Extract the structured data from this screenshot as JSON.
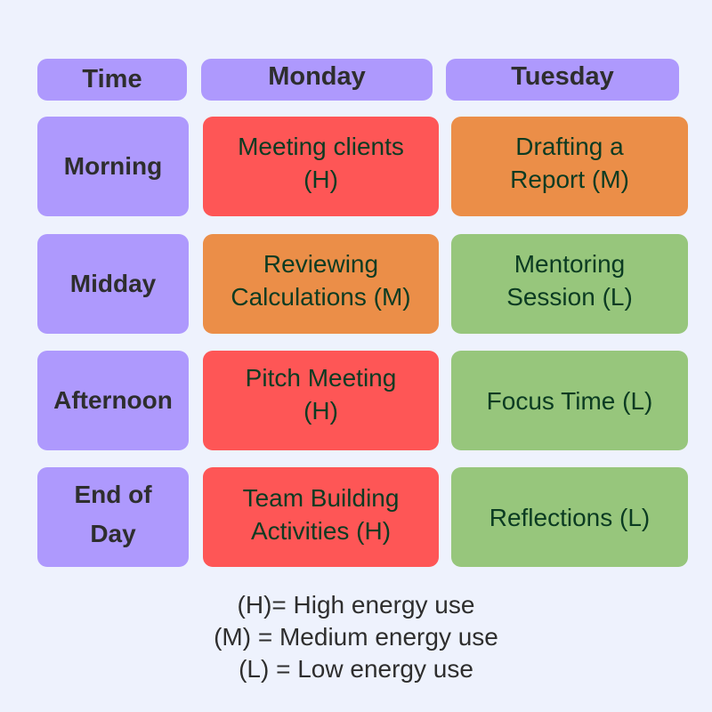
{
  "headers": {
    "time": "Time",
    "monday": "Monday",
    "tuesday": "Tuesday"
  },
  "rows": [
    {
      "label": "Morning",
      "monday": {
        "text": "Meeting clients (H)",
        "energy": "H"
      },
      "tuesday": {
        "text": "Drafting a Report (M)",
        "energy": "M"
      }
    },
    {
      "label": "Midday",
      "monday": {
        "text": "Reviewing Calculations (M)",
        "energy": "M"
      },
      "tuesday": {
        "text": "Mentoring Session (L)",
        "energy": "L"
      }
    },
    {
      "label": "Afternoon",
      "monday": {
        "text": "Pitch Meeting (H)",
        "energy": "H"
      },
      "tuesday": {
        "text": "Focus Time (L)",
        "energy": "L"
      }
    },
    {
      "label": "End of Day",
      "monday": {
        "text": "Team Building Activities (H)",
        "energy": "H"
      },
      "tuesday": {
        "text": "Reflections (L)",
        "energy": "L"
      }
    }
  ],
  "legend": {
    "high": "(H)= High energy use",
    "medium": "(M) = Medium energy use",
    "low": "(L) = Low energy use"
  },
  "colors": {
    "background": "#eef2fd",
    "header": "#ae99fd",
    "high": "#fe5656",
    "medium": "#eb8e48",
    "low": "#97c67c",
    "task_text": "#0b3b22",
    "label_text": "#2e2e2e"
  }
}
